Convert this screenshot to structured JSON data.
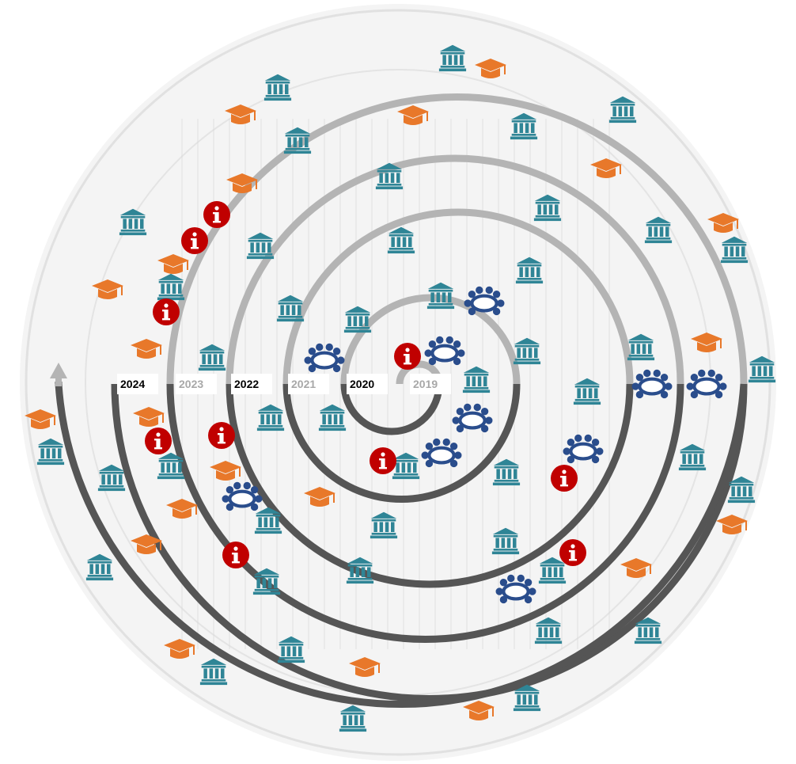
{
  "diagram": {
    "colors": {
      "spiral_dark": "#555555",
      "spiral_light": "#b4b4b4",
      "label_dark": "#000000",
      "label_light": "#a8a8a8",
      "institution": "#2f8596",
      "graduation": "#e8782a",
      "info": "#c00000",
      "meeting": "#2a4d8c",
      "background_seal": "#d9d9d9"
    },
    "years": [
      {
        "label": "2019",
        "tone": "light"
      },
      {
        "label": "2020",
        "tone": "dark"
      },
      {
        "label": "2021",
        "tone": "light"
      },
      {
        "label": "2022",
        "tone": "dark"
      },
      {
        "label": "2023",
        "tone": "light"
      },
      {
        "label": "2024",
        "tone": "dark"
      }
    ],
    "icon_types": [
      "institution-icon",
      "graduation-cap-icon",
      "info-icon",
      "meeting-table-icon"
    ],
    "counts": {
      "institution": 47,
      "graduation": 20,
      "info": 10,
      "meeting": 10
    }
  }
}
